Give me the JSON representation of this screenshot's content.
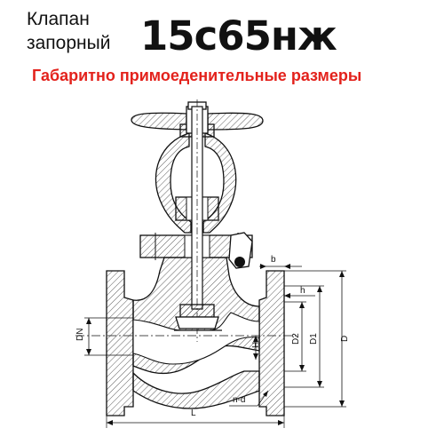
{
  "title": {
    "line1": "Клапан",
    "line2": "запорный",
    "model": "15с65нж"
  },
  "subtitle": "Габаритно примоеденительные размеры",
  "dimensions": {
    "DN": "DN",
    "L": "L",
    "H": "H",
    "h": "h",
    "b": "b",
    "D": "D",
    "D1": "D1",
    "D2": "D2",
    "nd": "n-d"
  }
}
